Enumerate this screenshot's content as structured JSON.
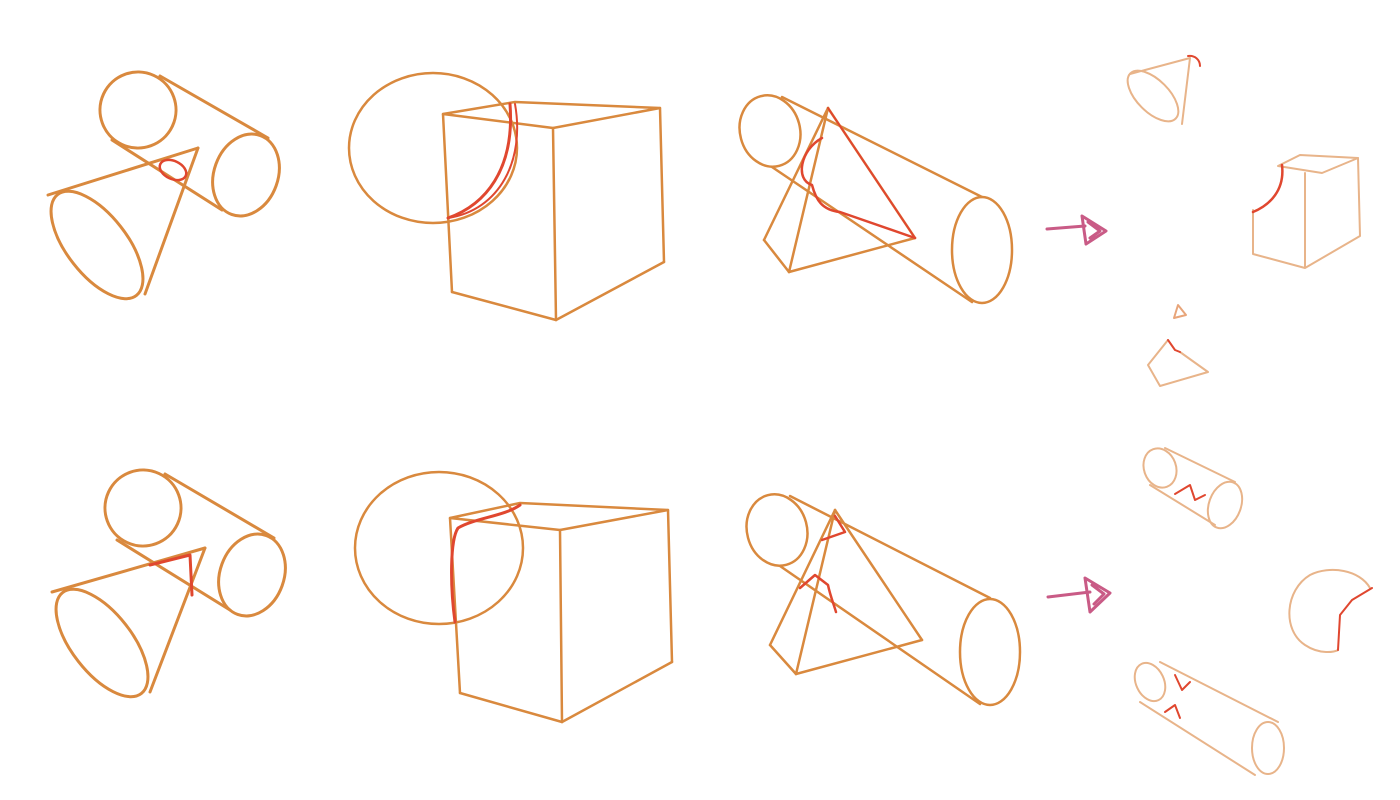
{
  "colors": {
    "background": "#ffffff",
    "construction": "#d9893e",
    "intersection": "#e0472f",
    "arrow": "#c95b86",
    "result": "#e8b48a",
    "result_edge": "#e0472f"
  },
  "rows": [
    {
      "pairs": [
        "cylinder-cone",
        "sphere-cube",
        "cylinder-pyramid"
      ]
    },
    {
      "pairs": [
        "cylinder-cone",
        "sphere-cube",
        "cylinder-pyramid"
      ]
    }
  ],
  "results": [
    "cone-cut",
    "cube-cut",
    "pyramid-cut",
    "cylinder-notch",
    "sphere-cut",
    "cylinder-notch-long"
  ]
}
